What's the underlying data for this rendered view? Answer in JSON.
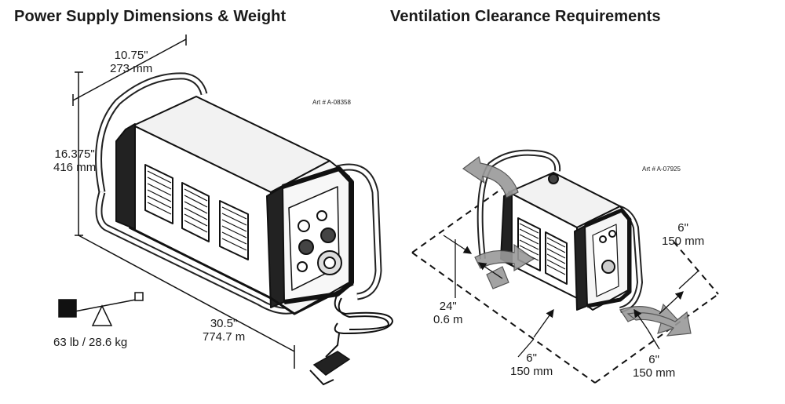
{
  "left_panel": {
    "title": "Power Supply Dimensions & Weight",
    "art_number": "Art # A-08358",
    "width_dimension": {
      "imperial": "10.75\"",
      "metric": "273 mm"
    },
    "height_dimension": {
      "imperial": "16.375\"",
      "metric": "416 mm"
    },
    "length_dimension": {
      "imperial": "30.5\"",
      "metric": "774.7 m"
    },
    "weight": "63 lb / 28.6 kg"
  },
  "right_panel": {
    "title": "Ventilation Clearance Requirements",
    "art_number": "Art # A-07925",
    "back_clearance": {
      "imperial": "24\"",
      "metric": "0.6 m"
    },
    "side_clearance": {
      "imperial": "6\"",
      "metric": "150 mm"
    },
    "front_clearance": {
      "imperial": "6\"",
      "metric": "150 mm"
    },
    "right_clearance": {
      "imperial": "6\"",
      "metric": "150 mm"
    }
  }
}
